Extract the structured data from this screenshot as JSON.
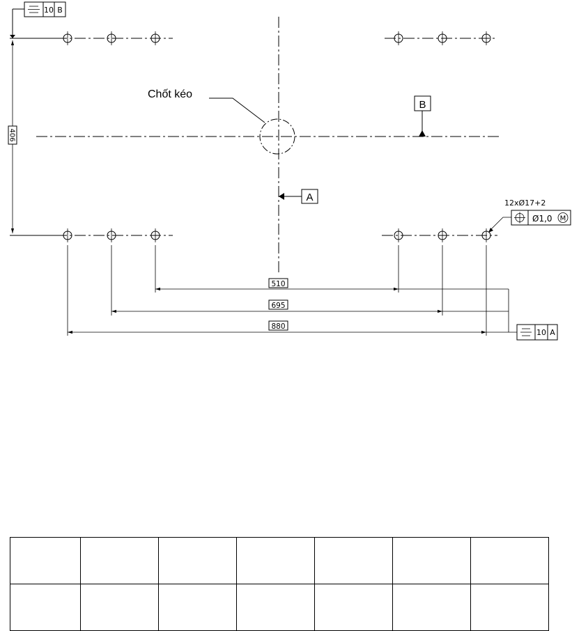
{
  "drawing": {
    "pin_label": "Chốt kéo",
    "datum_a": "A",
    "datum_b": "B",
    "top_frame": {
      "symbol": "⌯",
      "tolerance": "10",
      "datum": "B"
    },
    "bottom_frame": {
      "symbol": "⌯",
      "tolerance": "10",
      "datum": "A"
    },
    "hole_note": "12xØ17+2",
    "position_frame": {
      "symbol": "⌖",
      "tolerance": "Ø1,0",
      "modifier": "M"
    },
    "dimensions": {
      "vertical": "406",
      "d1": "510",
      "d2": "695",
      "d3": "880"
    }
  },
  "table": {
    "rows": [
      [
        "",
        "",
        "",
        "",
        "",
        "",
        ""
      ],
      [
        "",
        "",
        "",
        "",
        "",
        "",
        ""
      ]
    ]
  }
}
